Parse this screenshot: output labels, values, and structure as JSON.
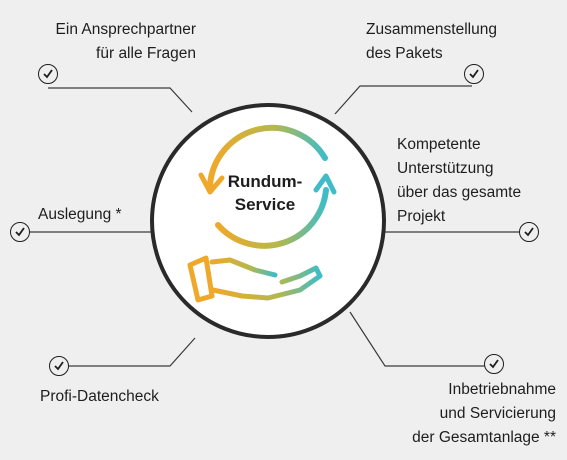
{
  "colors": {
    "background": "#efefef",
    "line": "#3a3a3a",
    "orange": "#f0a82a",
    "teal": "#3fbcc7",
    "olive": "#b5b84a"
  },
  "center": {
    "line1": "Rundum-",
    "line2": "Service"
  },
  "items": [
    {
      "id": "ansprechpartner",
      "lines": [
        "Ein Ansprechpartner",
        "für alle Fragen"
      ],
      "icon": "check-circle-icon"
    },
    {
      "id": "zusammenstellung",
      "lines": [
        "Zusammenstellung",
        "des Pakets"
      ],
      "icon": "check-circle-icon"
    },
    {
      "id": "auslegung",
      "lines": [
        "Auslegung *"
      ],
      "icon": "check-circle-icon"
    },
    {
      "id": "unterstuetzung",
      "lines": [
        "Kompetente",
        "Unterstützung",
        "über das gesamte",
        "Projekt"
      ],
      "icon": "check-circle-icon"
    },
    {
      "id": "datencheck",
      "lines": [
        "Profi-Datencheck"
      ],
      "icon": "check-circle-icon"
    },
    {
      "id": "inbetriebnahme",
      "lines": [
        "Inbetriebnahme",
        "und Servicierung",
        "der Gesamtanlage **"
      ],
      "icon": "check-circle-icon"
    }
  ]
}
